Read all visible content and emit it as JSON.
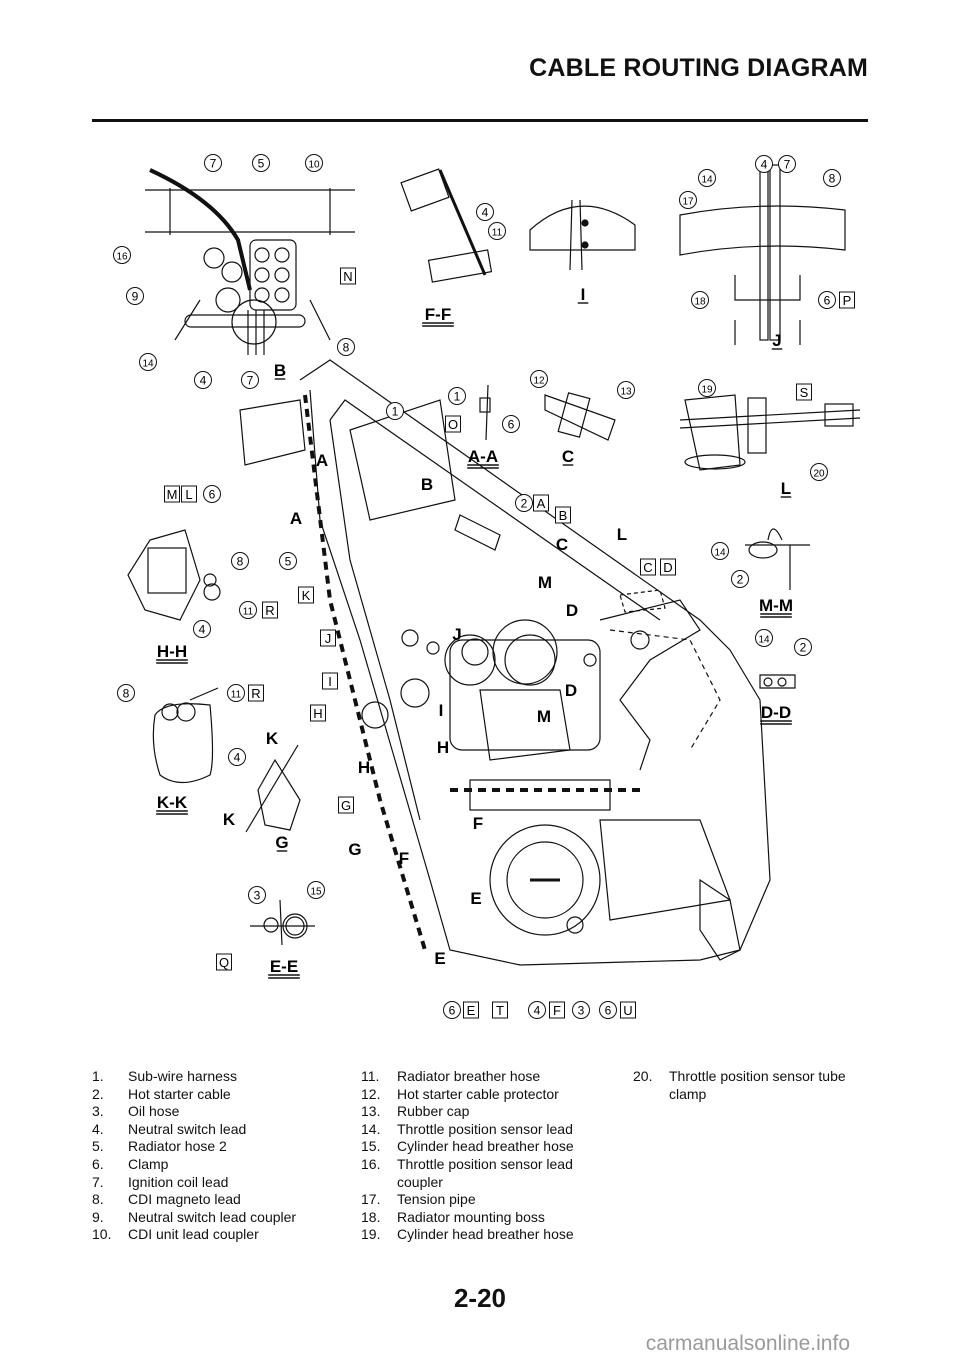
{
  "header": {
    "title": "CABLE ROUTING DIAGRAM"
  },
  "diagram": {
    "views": [
      {
        "id": "B",
        "label": "B",
        "callouts": [
          "7",
          "5",
          "10",
          "16",
          "9",
          "N",
          "8",
          "14",
          "4",
          "7"
        ]
      },
      {
        "id": "F-F",
        "label": "F-F",
        "callouts": [
          "4",
          "11"
        ]
      },
      {
        "id": "I",
        "label": "I",
        "callouts": []
      },
      {
        "id": "J",
        "label": "J",
        "callouts": [
          "14",
          "4",
          "7",
          "8",
          "17",
          "18",
          "6",
          "P"
        ]
      },
      {
        "id": "A-A",
        "label": "A-A",
        "callouts": [
          "1",
          "O",
          "6"
        ]
      },
      {
        "id": "C",
        "label": "C",
        "callouts": [
          "12",
          "13"
        ]
      },
      {
        "id": "L",
        "label": "L",
        "callouts": [
          "19",
          "S",
          "20"
        ]
      },
      {
        "id": "H-H",
        "label": "H-H",
        "callouts": [
          "8",
          "11",
          "R",
          "4"
        ]
      },
      {
        "id": "M-M",
        "label": "M-M",
        "callouts": [
          "14",
          "2"
        ]
      },
      {
        "id": "D-D",
        "label": "D-D",
        "callouts": [
          "14",
          "2"
        ]
      },
      {
        "id": "K-K",
        "label": "K-K",
        "callouts": [
          "8",
          "11",
          "R",
          "4"
        ]
      },
      {
        "id": "G",
        "label": "G",
        "callouts": []
      },
      {
        "id": "E-E",
        "label": "E-E",
        "callouts": [
          "3",
          "15",
          "Q"
        ]
      }
    ],
    "main_callouts": {
      "circled": [
        "1",
        "6",
        "5",
        "8",
        "11",
        "4",
        "2",
        "6",
        "4",
        "3",
        "6"
      ],
      "boxed": [
        "M",
        "L",
        "K",
        "J",
        "I",
        "H",
        "G",
        "A",
        "B",
        "C",
        "D",
        "E",
        "T",
        "F",
        "U",
        "R"
      ],
      "section_markers": [
        "A",
        "A",
        "B",
        "C",
        "L",
        "M",
        "M",
        "D",
        "D",
        "J",
        "I",
        "H",
        "H",
        "K",
        "K",
        "G",
        "G",
        "F",
        "F",
        "E",
        "E"
      ]
    },
    "bottom_callouts": [
      {
        "circle": "6",
        "box": "E"
      },
      {
        "circle": "",
        "box": "T"
      },
      {
        "circle": "4",
        "box": "F"
      },
      {
        "circle": "3",
        "box": ""
      },
      {
        "circle": "6",
        "box": "U"
      }
    ]
  },
  "legend": {
    "col1": [
      {
        "num": "1.",
        "text": "Sub-wire harness"
      },
      {
        "num": "2.",
        "text": "Hot starter cable"
      },
      {
        "num": "3.",
        "text": "Oil hose"
      },
      {
        "num": "4.",
        "text": "Neutral switch lead"
      },
      {
        "num": "5.",
        "text": "Radiator hose 2"
      },
      {
        "num": "6.",
        "text": "Clamp"
      },
      {
        "num": "7.",
        "text": "Ignition coil lead"
      },
      {
        "num": "8.",
        "text": "CDI magneto lead"
      },
      {
        "num": "9.",
        "text": "Neutral switch lead coupler"
      },
      {
        "num": "10.",
        "text": "CDI unit lead coupler"
      }
    ],
    "col2": [
      {
        "num": "11.",
        "text": "Radiator breather hose"
      },
      {
        "num": "12.",
        "text": "Hot starter cable protector"
      },
      {
        "num": "13.",
        "text": "Rubber cap"
      },
      {
        "num": "14.",
        "text": "Throttle position sensor lead"
      },
      {
        "num": "15.",
        "text": "Cylinder head breather hose"
      },
      {
        "num": "16.",
        "text": "Throttle position sensor lead coupler"
      },
      {
        "num": "17.",
        "text": "Tension pipe"
      },
      {
        "num": "18.",
        "text": "Radiator mounting boss"
      },
      {
        "num": "19.",
        "text": "Cylinder head breather hose"
      }
    ],
    "col3": [
      {
        "num": "20.",
        "text": "Throttle position sensor tube clamp"
      }
    ]
  },
  "footer": {
    "page_number": "2-20",
    "watermark": "carmanualsonline.info"
  }
}
